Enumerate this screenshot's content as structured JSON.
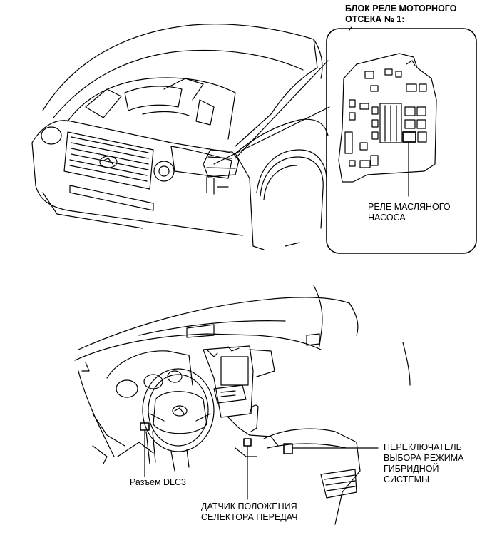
{
  "labels": {
    "relay_block": "БЛОК РЕЛЕ МОТОРНОГО\nОТСЕКА № 1:",
    "oil_pump_relay": "РЕЛЕ МАСЛЯНОГО\nНАСОСА",
    "dlc3": "Разъем DLC3",
    "shift_sensor": "ДАТЧИК ПОЛОЖЕНИЯ\nСЕЛЕКТОРА ПЕРЕДАЧ",
    "hybrid_switch": "ПЕРЕКЛЮЧАТЕЛЬ\nВЫБОРА РЕЖИМА\nГИБРИДНОЙ\nСИСТЕМЫ"
  },
  "colors": {
    "line": "#000000",
    "background": "#ffffff"
  }
}
